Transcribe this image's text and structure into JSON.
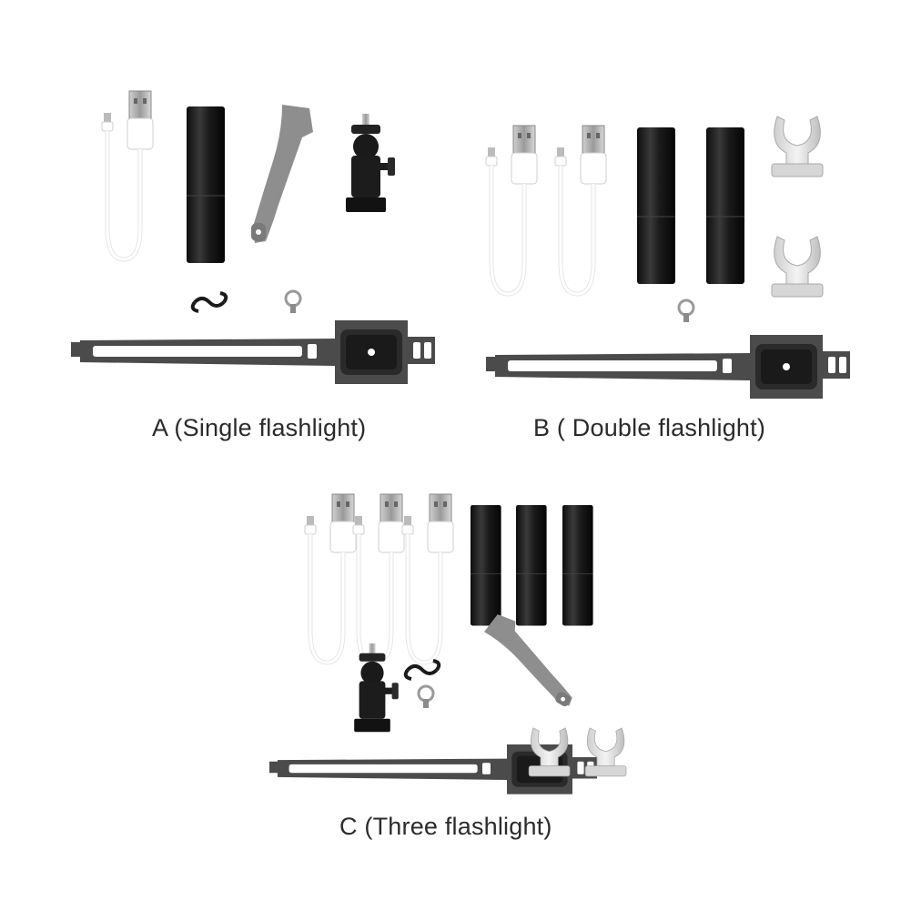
{
  "captions": {
    "a": "A (Single flashlight)",
    "b": "B ( Double flashlight)",
    "c": "C (Three flashlight)"
  },
  "colors": {
    "background": "#ffffff",
    "flashlight_body": "#1a1a1a",
    "strap": "#4a4a4a",
    "clip": "#e6e6e6",
    "cable": "#ffffff",
    "arm": "#8c8c8c"
  }
}
